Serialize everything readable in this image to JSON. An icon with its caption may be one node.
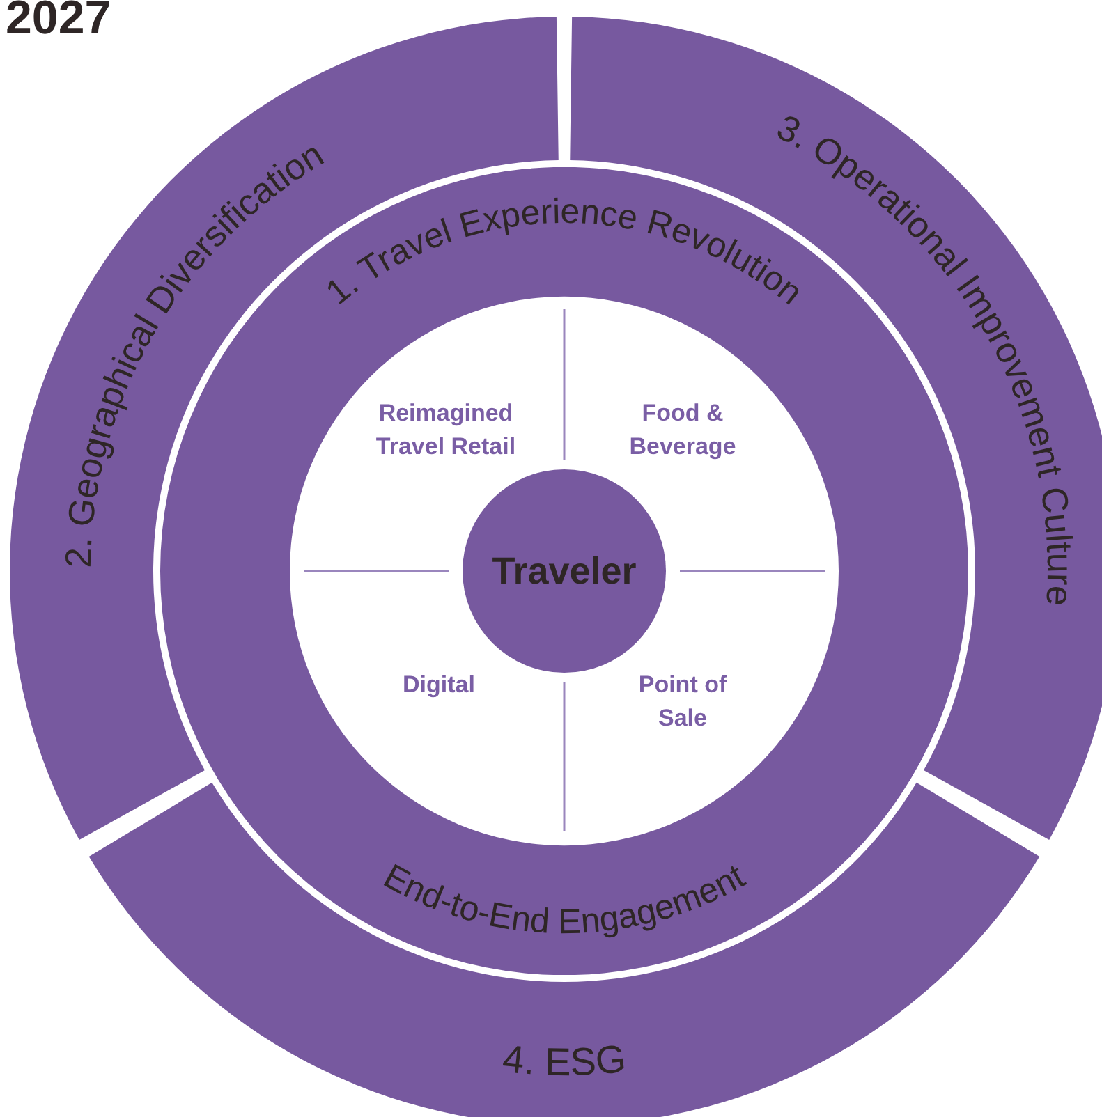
{
  "diagram": {
    "title": "2027",
    "nodes": [
      {
        "text": [
          "2. Geographical Diversification"
        ]
      },
      {
        "text": [
          "3. Operational Improvement Culture"
        ]
      },
      {
        "text": [
          "4. ESG"
        ]
      },
      {
        "text": [
          "1. Travel Experience Revolution",
          "End-to-End Engagement"
        ]
      },
      {
        "text": [
          "Reimagined Travel Retail"
        ],
        "in": 3
      },
      {
        "text": [
          "Food & Beverage"
        ],
        "in": 3
      },
      {
        "text": [
          "Digital"
        ],
        "in": 3
      },
      {
        "text": [
          "Point of Sale"
        ],
        "in": 3
      },
      {
        "text": [
          "Traveler"
        ],
        "in": 3
      }
    ]
  }
}
